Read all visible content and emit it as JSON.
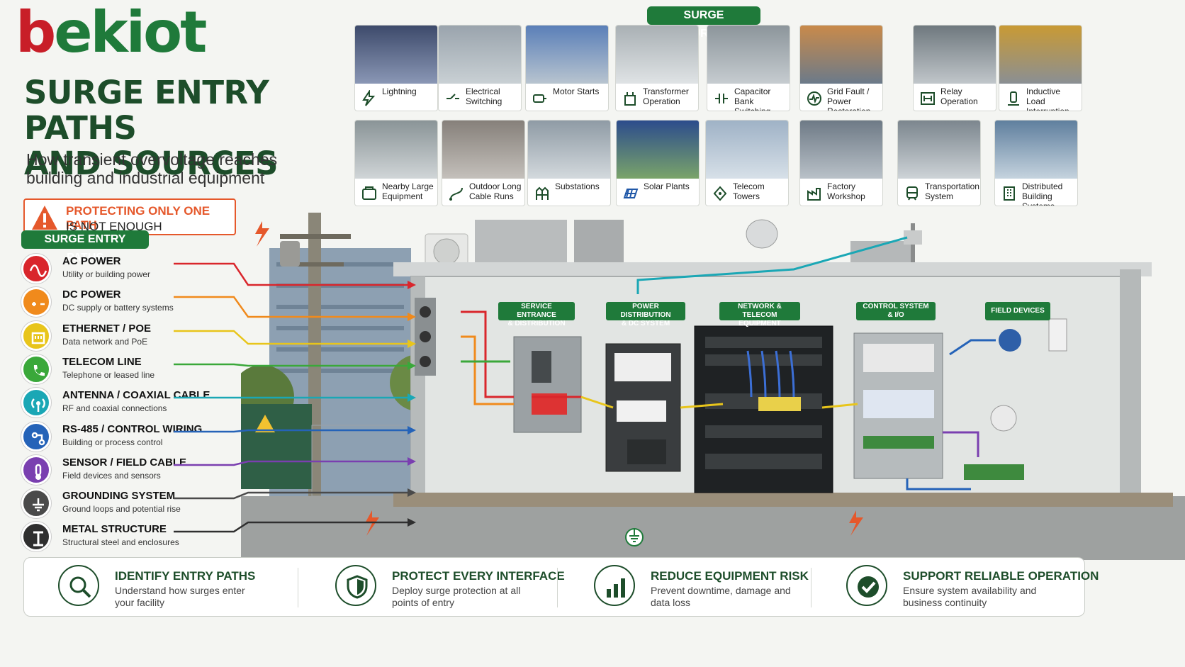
{
  "brand": {
    "logo_prefix": "b",
    "logo_rest": "ekiot"
  },
  "header": {
    "title_line1": "SURGE ENTRY PATHS",
    "title_line2": "AND SOURCES",
    "subtitle_line1": "How transient overvoltage reaches",
    "subtitle_line2": "building and industrial equipment"
  },
  "warning": {
    "line1": "PROTECTING ONLY ONE PATH",
    "line2": "IS NOT ENOUGH"
  },
  "sources": {
    "heading": "SURGE SOURCES",
    "row1": [
      {
        "label": "Lightning",
        "icon": "lightning-icon"
      },
      {
        "label": "Electrical Switching",
        "icon": "switch-icon"
      },
      {
        "label": "Motor Starts",
        "icon": "motor-icon"
      },
      {
        "label": "Transformer Operation",
        "icon": "transformer-icon"
      },
      {
        "label": "Capacitor Bank Switching",
        "icon": "capacitor-icon"
      },
      {
        "label": "Grid Fault / Power Restoration",
        "icon": "grid-icon"
      },
      {
        "label": "Relay Operation",
        "icon": "relay-icon"
      },
      {
        "label": "Inductive Load Interruption",
        "icon": "inductive-icon"
      }
    ],
    "row2": [
      {
        "label": "Nearby Large Equipment",
        "icon": "equipment-icon"
      },
      {
        "label": "Outdoor Long Cable Runs",
        "icon": "cable-icon"
      },
      {
        "label": "Substations",
        "icon": "substation-icon"
      },
      {
        "label": "Solar Plants",
        "icon": "solar-icon"
      },
      {
        "label": "Telecom Towers",
        "icon": "tower-icon"
      },
      {
        "label": "Factory Workshop",
        "icon": "factory-icon"
      },
      {
        "label": "Transportation System",
        "icon": "train-icon"
      },
      {
        "label": "Distributed Building Systems",
        "icon": "building-icon"
      }
    ]
  },
  "entry_paths": {
    "heading": "SURGE ENTRY PATHS",
    "items": [
      {
        "name": "AC POWER",
        "desc": "Utility or building power",
        "color": "#d9262c"
      },
      {
        "name": "DC POWER",
        "desc": "DC supply or battery systems",
        "color": "#f08a1c"
      },
      {
        "name": "ETHERNET / POE",
        "desc": "Data network and PoE",
        "color": "#e8c51b"
      },
      {
        "name": "TELECOM LINE",
        "desc": "Telephone or leased line",
        "color": "#3aa83a"
      },
      {
        "name": "ANTENNA / COAXIAL CABLE",
        "desc": "RF and coaxial connections",
        "color": "#1aa7b5"
      },
      {
        "name": "RS-485 / CONTROL WIRING",
        "desc": "Building or process control",
        "color": "#2563b8"
      },
      {
        "name": "SENSOR / FIELD CABLE",
        "desc": "Field devices and sensors",
        "color": "#7a3fb0"
      },
      {
        "name": "GROUNDING SYSTEM",
        "desc": "Ground loops and potential rise",
        "color": "#4a4a4a"
      },
      {
        "name": "METAL STRUCTURE",
        "desc": "Structural steel and enclosures",
        "color": "#2f2f2f"
      }
    ]
  },
  "zones": {
    "service": {
      "l1": "SERVICE ENTRANCE",
      "l2": "& DISTRIBUTION"
    },
    "power": {
      "l1": "POWER DISTRIBUTION",
      "l2": "& DC SYSTEM"
    },
    "network": {
      "l1": "NETWORK & TELECOM",
      "l2": "EQUIPMENT"
    },
    "control": {
      "l1": "CONTROL SYSTEM",
      "l2": "& I/O"
    },
    "field": {
      "l1": "FIELD DEVICES",
      "l2": ""
    }
  },
  "benefits": [
    {
      "title": "IDENTIFY ENTRY PATHS",
      "desc": "Understand how surges enter your facility",
      "icon": "magnifier-icon"
    },
    {
      "title": "PROTECT EVERY INTERFACE",
      "desc": "Deploy surge protection at all points of entry",
      "icon": "shield-icon"
    },
    {
      "title": "REDUCE EQUIPMENT RISK",
      "desc": "Prevent downtime, damage and data loss",
      "icon": "bar-chart-icon"
    },
    {
      "title": "SUPPORT RELIABLE OPERATION",
      "desc": "Ensure system availability and business continuity",
      "icon": "check-icon"
    }
  ]
}
